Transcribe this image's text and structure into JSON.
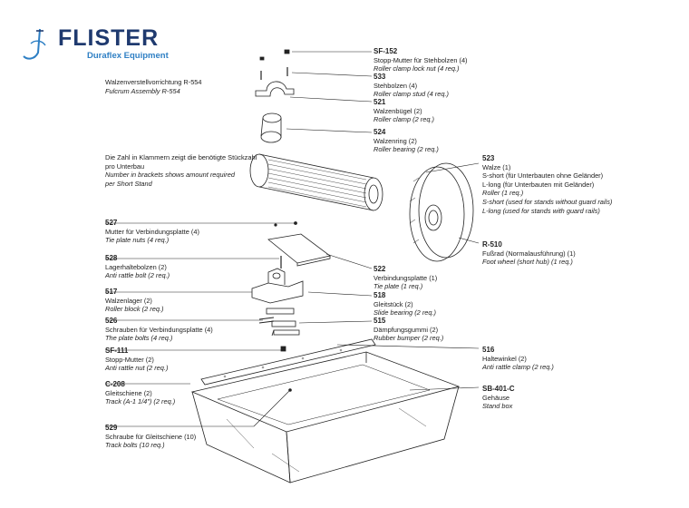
{
  "brand": {
    "name": "FLISTER",
    "subtitle": "Duraflex Equipment",
    "color_primary": "#1f3a6f",
    "color_secondary": "#2e7fc4"
  },
  "assembly": {
    "title_de": "Walzenverstellvorrichtung R-554",
    "title_en": "Fulcrum Assembly R-554"
  },
  "note": {
    "de_line1": "Die Zahl in Klammern zeigt die benötigte Stückzahl",
    "de_line2": "pro Unterbau",
    "en_line1": "Number in brackets shows amount required",
    "en_line2": "per Short Stand"
  },
  "parts": {
    "sf152": {
      "code": "SF-152",
      "de": "Stopp-Mutter für Stehbolzen (4)",
      "en": "Roller clamp lock nut (4 req.)"
    },
    "p533": {
      "code": "533",
      "de": "Stehbolzen (4)",
      "en": "Roller clamp stud (4 req.)"
    },
    "p521": {
      "code": "521",
      "de": "Walzenbügel (2)",
      "en": "Roller clamp (2 req.)"
    },
    "p524": {
      "code": "524",
      "de": "Walzenring (2)",
      "en": "Roller bearing (2 req.)"
    },
    "p523": {
      "code": "523",
      "de1": "Walze (1)",
      "de2": "S-short (für Unterbauten ohne Geländer)",
      "de3": "L-long (für Unterbauten mit Geländer)",
      "en1": "Roller (1 req.)",
      "en2": "S-short (used for stands without guard rails)",
      "en3": "L-long (used for stands with guard rails)"
    },
    "r510": {
      "code": "R-510",
      "de": "Fußrad (Normalausführung) (1)",
      "en": "Foot wheel (short hub) (1 req.)"
    },
    "p527": {
      "code": "527",
      "de": "Mutter für Verbindungsplatte (4)",
      "en": "Tie plate nuts (4 req.)"
    },
    "p528": {
      "code": "528",
      "de": "Lagerhaltebolzen (2)",
      "en": "Anti rattle bolt (2 req.)"
    },
    "p522": {
      "code": "522",
      "de": "Verbindungsplatte (1)",
      "en": "Tie plate (1 req.)"
    },
    "p517": {
      "code": "517",
      "de": "Walzenlager (2)",
      "en": "Roller block (2 req.)"
    },
    "p518": {
      "code": "518",
      "de": "Gleitstück (2)",
      "en": "Slide bearing (2 req.)"
    },
    "p526": {
      "code": "526",
      "de": "Schrauben für Verbindungsplatte (4)",
      "en": "The plate bolts (4 req.)"
    },
    "p515": {
      "code": "515",
      "de": "Dämpfungsgummi (2)",
      "en": "Rubber bumper (2 req.)"
    },
    "sf111": {
      "code": "SF-111",
      "de": "Stopp-Mutter (2)",
      "en": "Anti rattle nut (2 req.)"
    },
    "p516": {
      "code": "516",
      "de": "Haltewinkel (2)",
      "en": "Anti rattle clamp (2 req.)"
    },
    "c208": {
      "code": "C-208",
      "de": "Gleitschiene (2)",
      "en": "Track (A-1 1/4\") (2 req.)"
    },
    "sb401": {
      "code": "SB-401-C",
      "de": "Gehäuse",
      "en": "Stand box"
    },
    "p529": {
      "code": "529",
      "de": "Schraube für Gleitschiene (10)",
      "en": "Track bolts (10 req.)"
    }
  }
}
